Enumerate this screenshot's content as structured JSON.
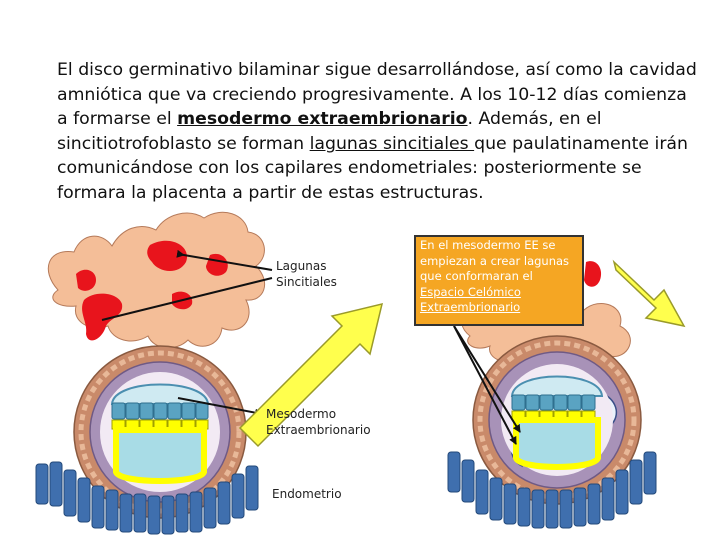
{
  "paragraph": {
    "part1": "El disco germinativo bilaminar sigue desarrollándose, así como la cavidad amniótica que va creciendo progresivamente. A los 10-12 días comienza a formarse el ",
    "term1": "mesodermo extraembrionario",
    "part2": ". Además, en el sincitiotrofoblasto se forman ",
    "term2": "lagunas sincitiales ",
    "part3": "que paulatinamente irán comunicándose con los capilares endometriales: posteriormente se formara la placenta a partir de estas estructuras."
  },
  "labels": {
    "lagunas_line1": "Lagunas",
    "lagunas_line2": "Sincitiales",
    "mesodermo_line1": "Mesodermo",
    "mesodermo_line2": "Extraembrionario",
    "endometrio": "Endometrio"
  },
  "callout": {
    "text": "En el mesodermo EE se empiezan a crear lagunas que conformaran el ",
    "term": "Espacio Celómico Extraembrionario"
  },
  "colors": {
    "syncytio": "#f4be98",
    "lacunae": "#e8141c",
    "ring_outer": "#c98a6a",
    "ring_inner": "#a892b8",
    "epiblast": "#5aa3c2",
    "yolk_wall": "#ffff00",
    "cavity": "#a8dce6",
    "endometrium": "#3f6fae",
    "arrow_fill": "#ffff4d",
    "callout_bg": "#f5a623"
  }
}
